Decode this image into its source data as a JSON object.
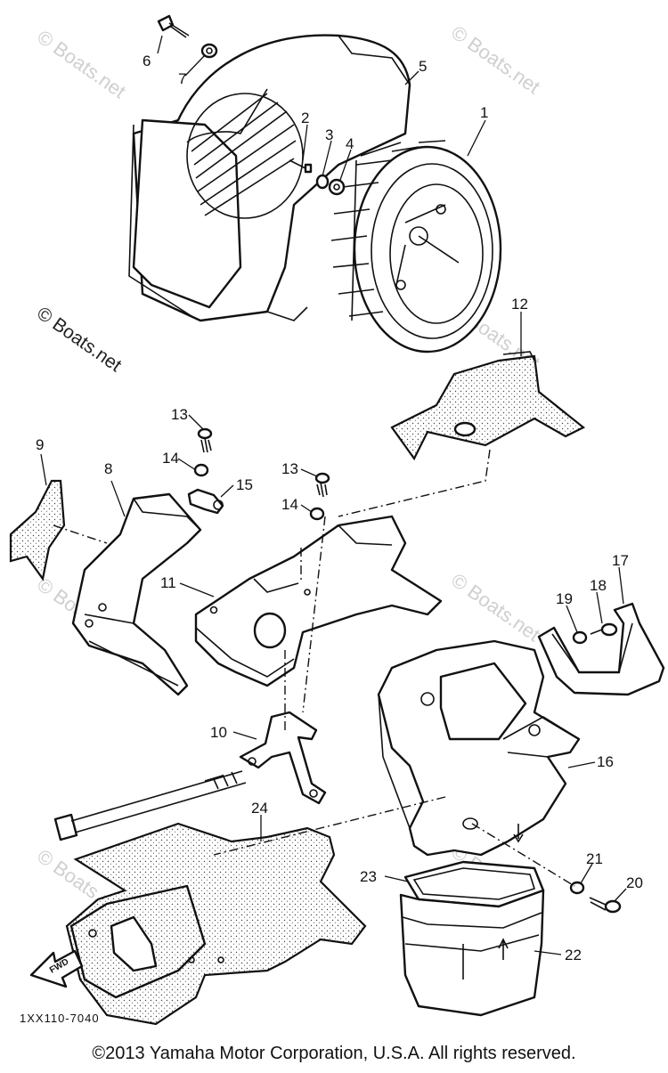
{
  "diagram": {
    "code": "1XX110-7040",
    "copyright": "©2013 Yamaha Motor Corporation, U.S.A. All rights reserved.",
    "watermark": "© Boats.net",
    "fwd_label": "FWD",
    "callouts": [
      {
        "num": "1"
      },
      {
        "num": "2"
      },
      {
        "num": "3"
      },
      {
        "num": "4"
      },
      {
        "num": "5"
      },
      {
        "num": "6"
      },
      {
        "num": "7"
      },
      {
        "num": "8"
      },
      {
        "num": "9"
      },
      {
        "num": "10"
      },
      {
        "num": "11"
      },
      {
        "num": "12"
      },
      {
        "num": "13"
      },
      {
        "num": "14"
      },
      {
        "num": "15"
      },
      {
        "num": "13"
      },
      {
        "num": "14"
      },
      {
        "num": "16"
      },
      {
        "num": "17"
      },
      {
        "num": "18"
      },
      {
        "num": "19"
      },
      {
        "num": "20"
      },
      {
        "num": "21"
      },
      {
        "num": "22"
      },
      {
        "num": "23"
      },
      {
        "num": "24"
      }
    ]
  }
}
